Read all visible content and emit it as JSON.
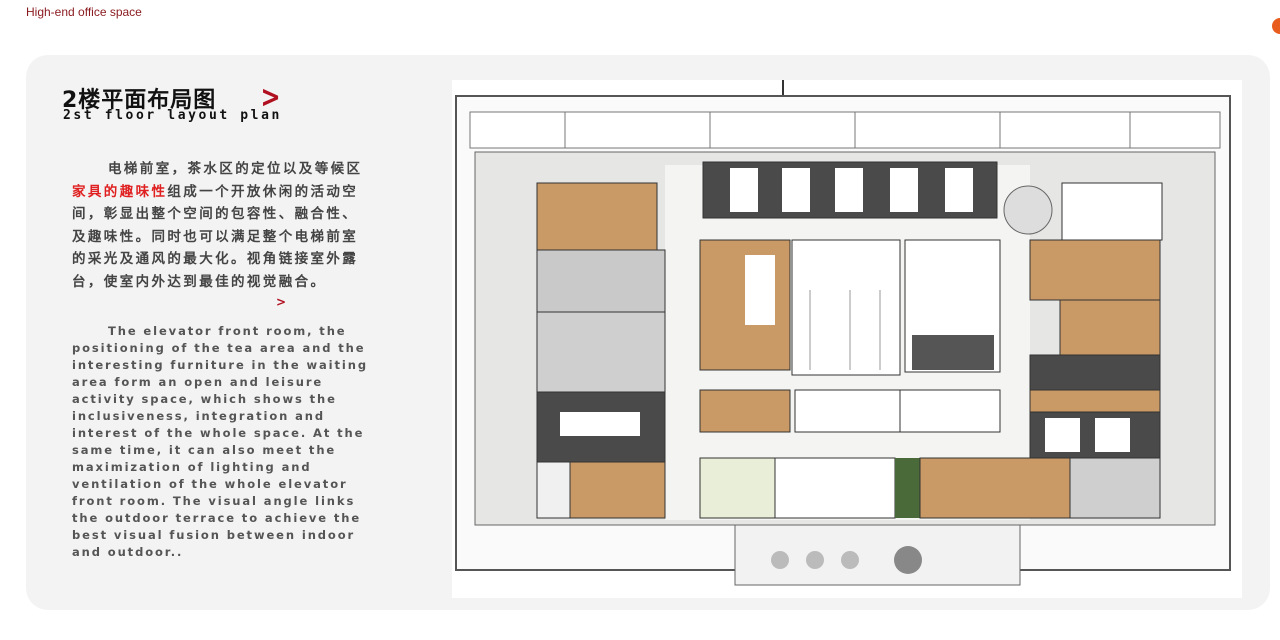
{
  "header": {
    "label": "High-end office space"
  },
  "section": {
    "title_cn": "2楼平面布局图",
    "title_en": "2st floor layout plan",
    "arrow": ">",
    "para_cn_lead": "电梯前室，茶水区的定位以及等候区",
    "para_cn_highlight": "家具的趣味性",
    "para_cn_rest": "组成一个开放休闲的活动空间，彰显出整个空间的包容性、融合性、及趣味性。同时也可以满足整个电梯前室的采光及通风的最大化。视角链接室外露台，使室内外达到最佳的视觉融合。",
    "mid_arrow": ">",
    "para_en": "The elevator front room, the positioning of the tea area and the interesting furniture in the waiting area form an open and leisure activity space, which shows the inclusiveness, integration and interest of the whole space. At the same time, it can also meet the maximization of lighting and ventilation of the whole elevator front room. The visual angle links the outdoor terrace to achieve the best visual fusion between indoor and outdoor.."
  },
  "colors": {
    "accent": "#b01020",
    "highlight": "#e02020",
    "wood": "#c99a66",
    "dark": "#4a4a4a",
    "carpet": "#c9c9c9"
  }
}
